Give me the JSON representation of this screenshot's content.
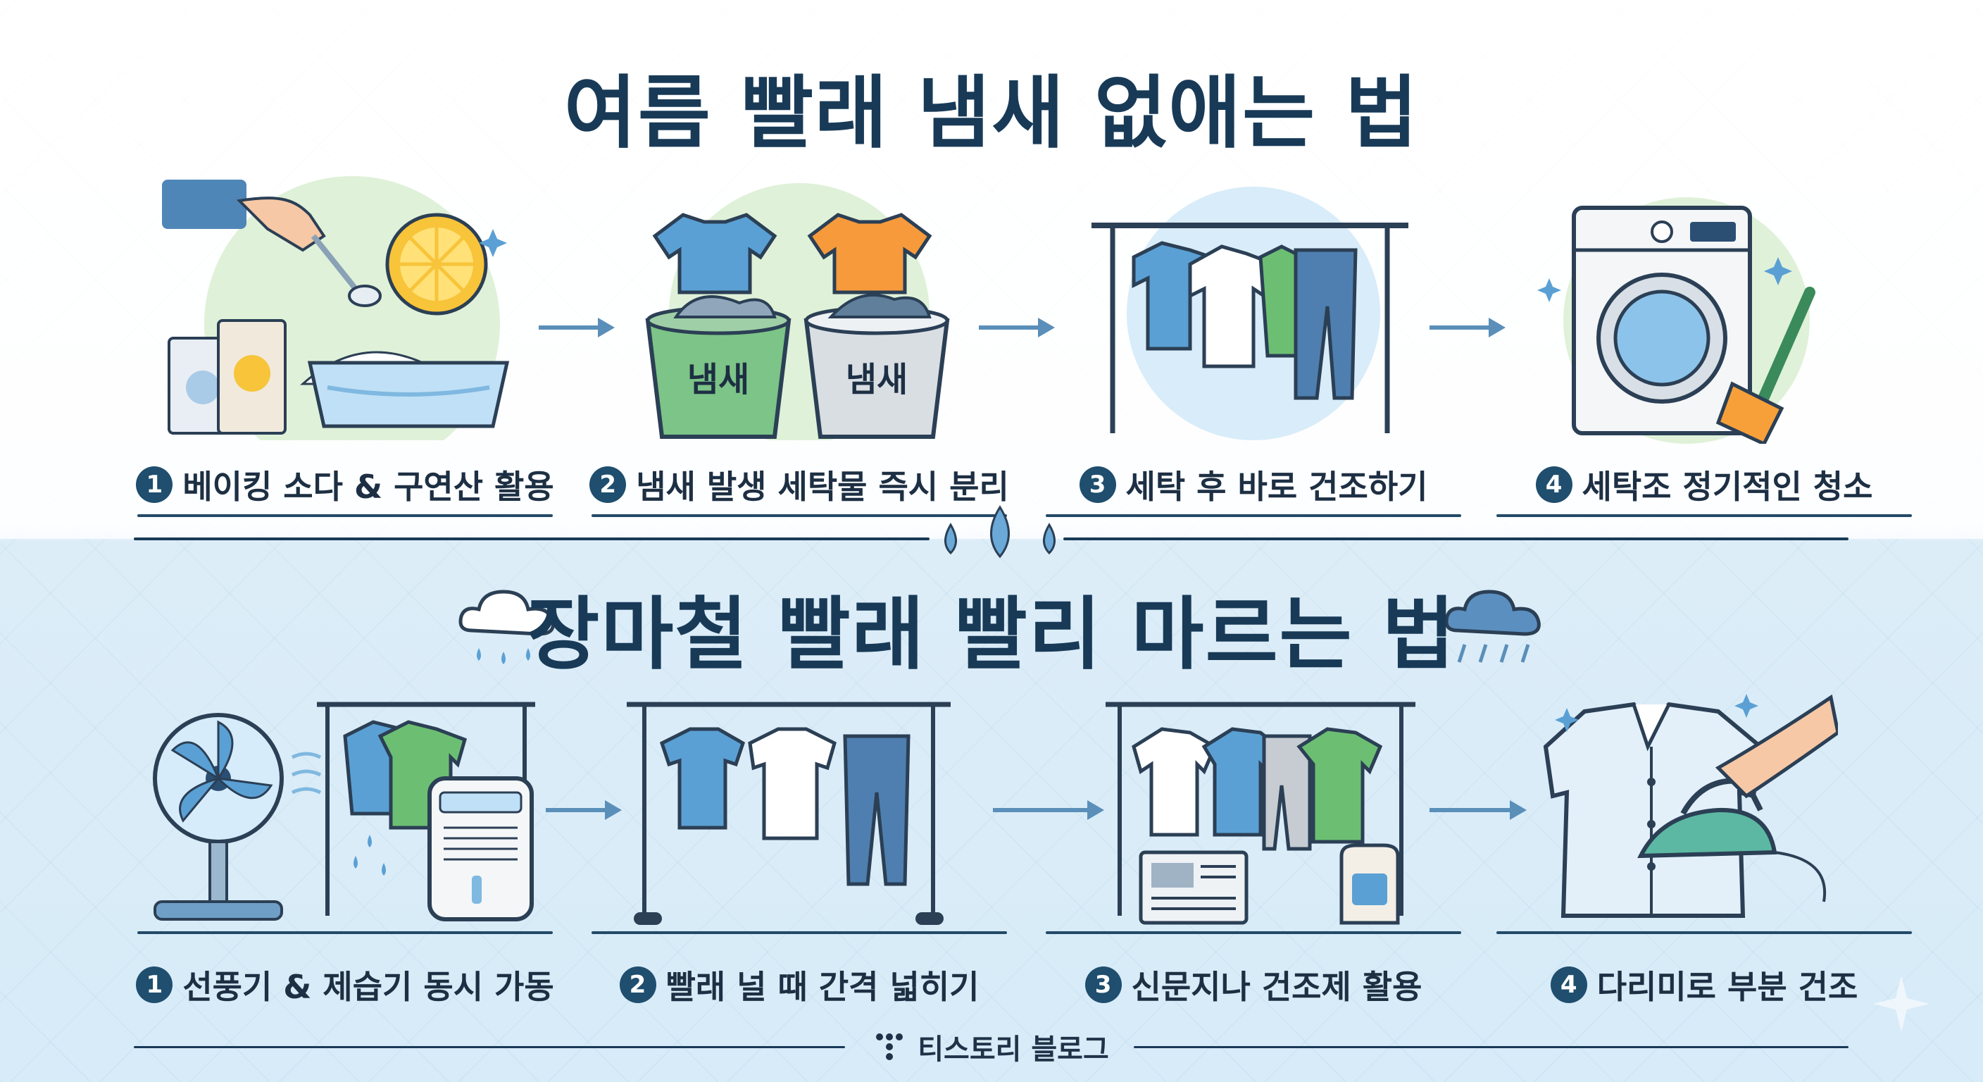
{
  "section1": {
    "title": "여름 빨래 냄새 없애는 법",
    "steps": [
      {
        "num": "1",
        "label": "베이킹 소다 & 구연산 활용"
      },
      {
        "num": "2",
        "label": "냄새 발생 세탁물 즉시 분리"
      },
      {
        "num": "3",
        "label": "세탁 후 바로 건조하기"
      },
      {
        "num": "4",
        "label": "세탁조 정기적인 청소"
      }
    ],
    "bucket_text": [
      "냄새",
      "냄새"
    ]
  },
  "section2": {
    "title": "장마철 빨래 빨리 마르는 법",
    "steps": [
      {
        "num": "1",
        "label": "선풍기 & 제습기 동시 가동"
      },
      {
        "num": "2",
        "label": "빨래 널 때 간격 넓히기"
      },
      {
        "num": "3",
        "label": "신문지나 건조제 활용"
      },
      {
        "num": "4",
        "label": "다리미로 부분 건조"
      }
    ]
  },
  "footer": {
    "label": "티스토리 블로그"
  },
  "colors": {
    "navy": "#183a57",
    "sky": "#d7ebf8",
    "blue": "#5aa0d4",
    "green": "#6cbf72",
    "orange": "#f79a3c"
  }
}
